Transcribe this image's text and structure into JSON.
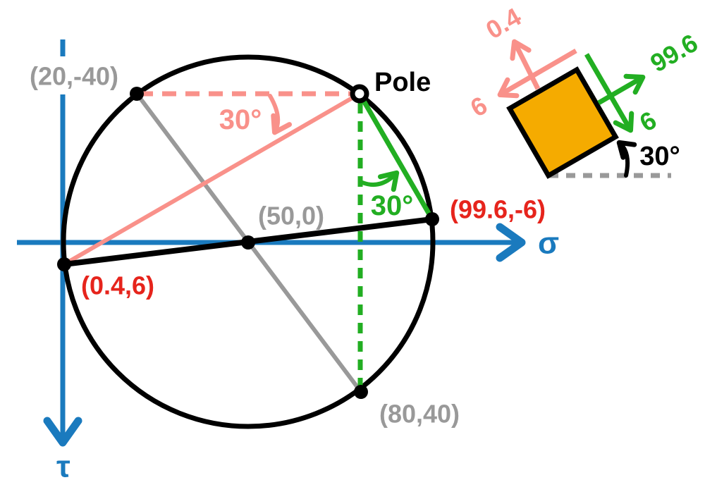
{
  "colors": {
    "blue": "#1A7ABE",
    "pink": "#F9918A",
    "green": "#22AE22",
    "red": "#E6241C",
    "gray": "#999999",
    "orange": "#F5AB00",
    "black": "#000000"
  },
  "mohr_circle": {
    "sigma_axis": "σ",
    "tau_axis": "τ",
    "pole_label": "Pole",
    "center_point": "(50,0)",
    "point_top_left": "(20,-40)",
    "point_bottom": "(80,40)",
    "point_left": "(0.4,6)",
    "point_right": "(99.6,-6)",
    "pink_angle": "30°",
    "green_angle": "30°"
  },
  "inset": {
    "normal_left": "0.4",
    "shear_left": "6",
    "normal_right": "99.6",
    "shear_right": "6",
    "rotation_angle": "30°"
  }
}
